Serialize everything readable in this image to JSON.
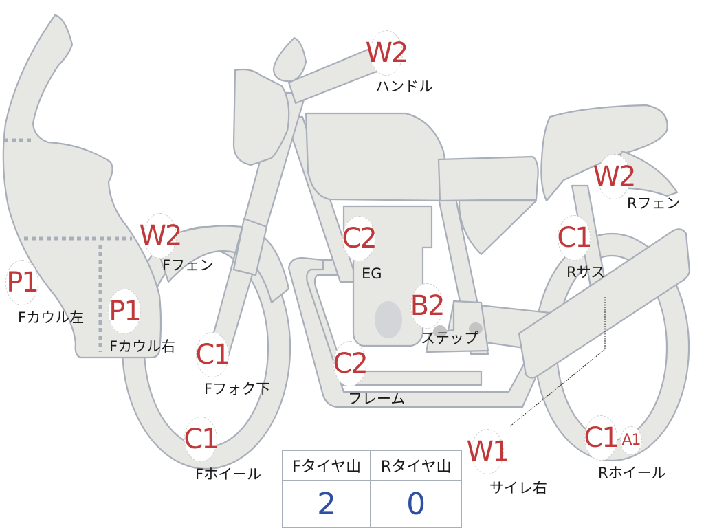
{
  "diagram": {
    "subject": "motorcycle-damage-map",
    "colors": {
      "part_fill": "#e7e7e3",
      "part_stroke": "#a9afba",
      "damage_code": "#c0383a",
      "label_text": "#1a1a1a",
      "tire_value": "#2f4fa2"
    }
  },
  "markers": [
    {
      "id": "handle",
      "code": "W2",
      "label": "ハンドル"
    },
    {
      "id": "f-fender",
      "code": "W2",
      "label": "Fフェン"
    },
    {
      "id": "r-fender",
      "code": "W2",
      "label": "Rフェン"
    },
    {
      "id": "f-cowl-left",
      "code": "P1",
      "label": "Fカウル左"
    },
    {
      "id": "f-cowl-right",
      "code": "P1",
      "label": "Fカウル右"
    },
    {
      "id": "engine",
      "code": "C2",
      "label": "EG"
    },
    {
      "id": "r-suspension",
      "code": "C1",
      "label": "Rサス"
    },
    {
      "id": "step",
      "code": "B2",
      "label": "ステップ"
    },
    {
      "id": "f-fork-lower",
      "code": "C1",
      "label": "Fフォク下"
    },
    {
      "id": "frame",
      "code": "C2",
      "label": "フレーム"
    },
    {
      "id": "f-wheel",
      "code": "C1",
      "label": "Fホイール"
    },
    {
      "id": "silencer-right",
      "code": "W1",
      "label": "サイレ右"
    },
    {
      "id": "r-wheel",
      "code": "C1",
      "code2": "A1",
      "label": "Rホイール"
    }
  ],
  "tire_table": {
    "headers": [
      "Fタイヤ山",
      "Rタイヤ山"
    ],
    "values": [
      "2",
      "0"
    ]
  }
}
